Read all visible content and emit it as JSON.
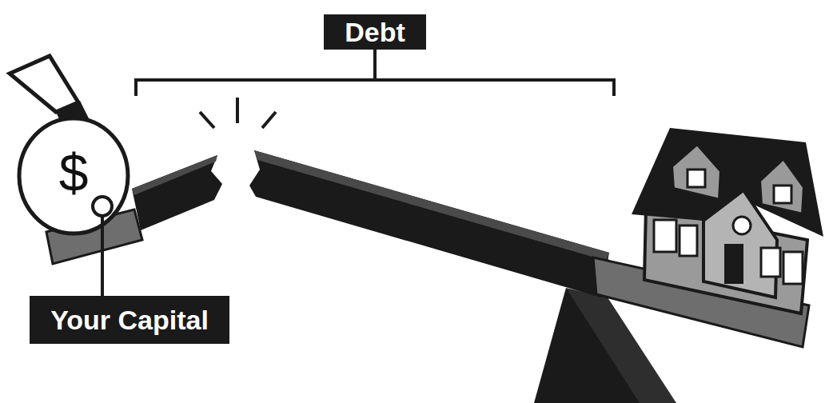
{
  "diagram": {
    "nodes": [
      {
        "text": [
          "Debt"
        ]
      },
      {
        "text": [
          "Your Capital"
        ]
      }
    ],
    "labels": [
      "$"
    ]
  }
}
